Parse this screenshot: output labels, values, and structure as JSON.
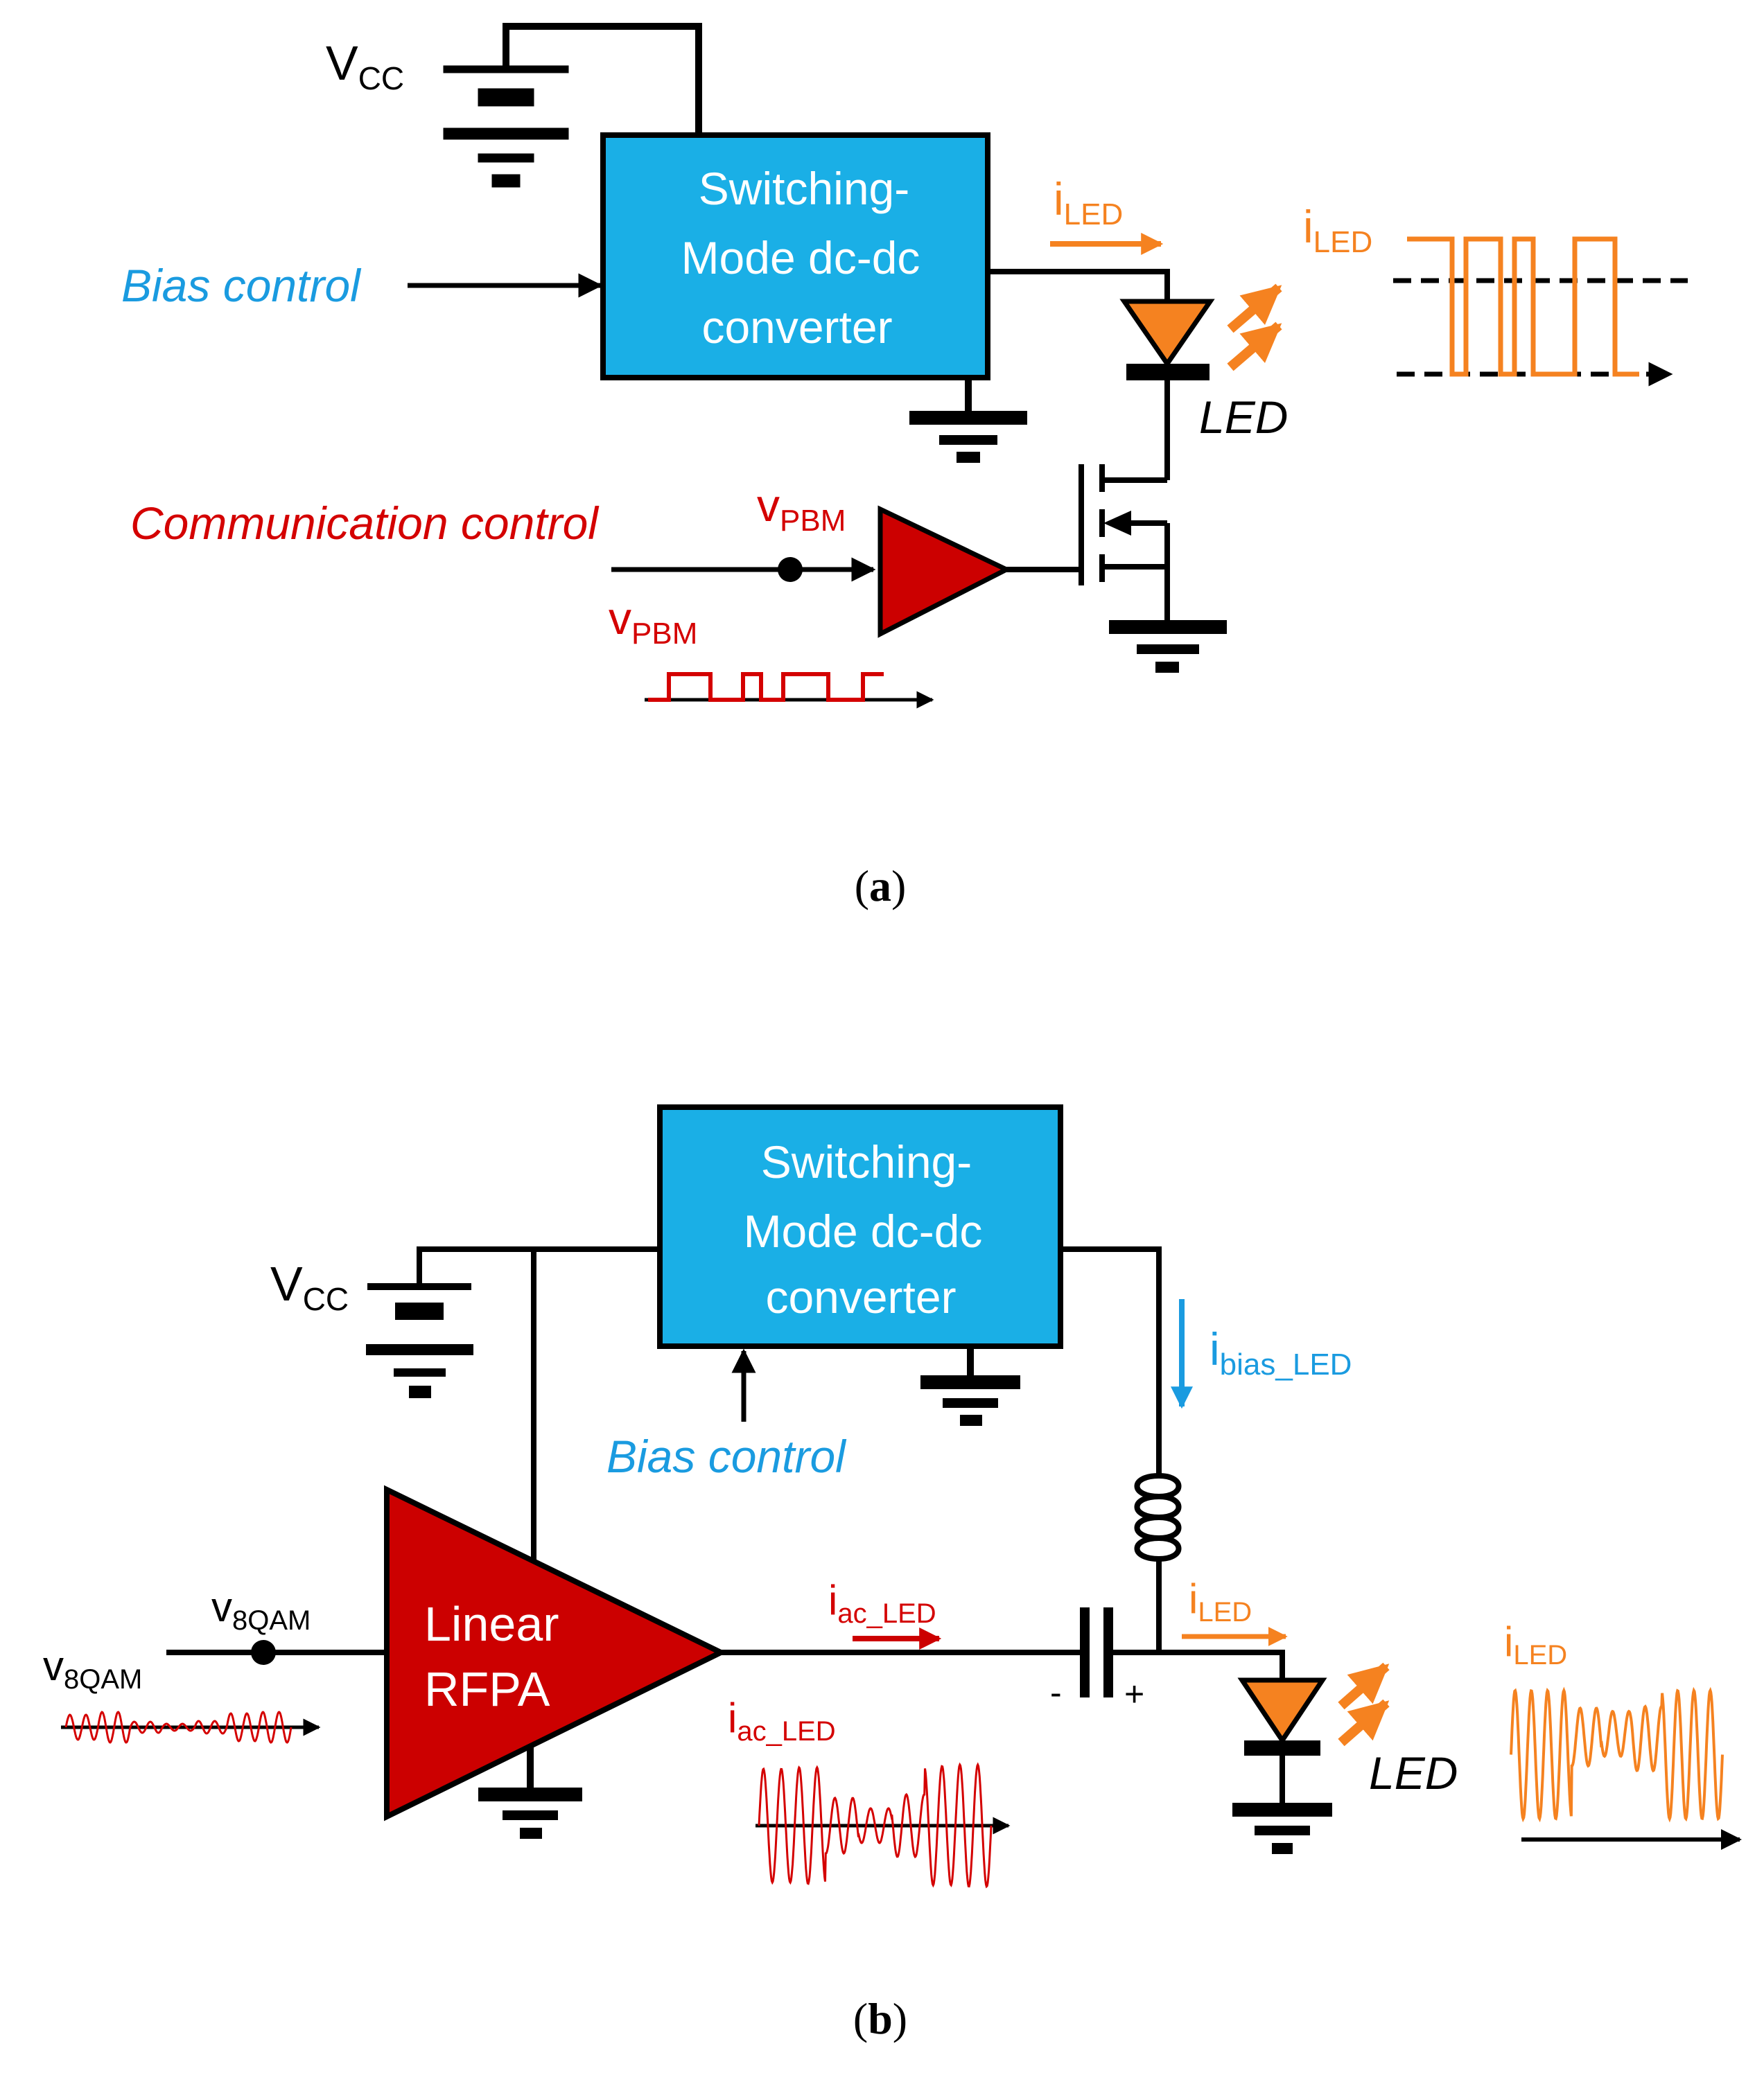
{
  "colors": {
    "wire": "#000000",
    "converter_fill": "#1aafe6",
    "bias_text": "#1a9be0",
    "comm_red": "#d40000",
    "amp_fill": "#cc0000",
    "led_orange": "#f58220",
    "white": "#ffffff"
  },
  "panel_a": {
    "vcc": {
      "main": "V",
      "sub": "CC"
    },
    "converter": {
      "line1": "Switching-",
      "line2": "Mode dc-dc",
      "line3": "converter"
    },
    "bias_control": "Bias control",
    "comm_control": "Communication control",
    "i_led_arrow": {
      "main": "i",
      "sub": "LED"
    },
    "i_led_wave": {
      "main": "i",
      "sub": "LED"
    },
    "led": "LED",
    "vpbm_node": {
      "main": "v",
      "sub": "PBM"
    },
    "vpbm_wave": {
      "main": "v",
      "sub": "PBM"
    },
    "caption": {
      "open": "(",
      "letter": "a",
      "close": ")"
    }
  },
  "panel_b": {
    "vcc": {
      "main": "V",
      "sub": "CC"
    },
    "converter": {
      "line1": "Switching-",
      "line2": "Mode dc-dc",
      "line3": "converter"
    },
    "bias_control": "Bias control",
    "i_bias_led": {
      "main": "i",
      "sub": "bias_LED"
    },
    "amp": {
      "line1": "Linear",
      "line2": "RFPA"
    },
    "v8qam_node": {
      "main": "v",
      "sub": "8QAM"
    },
    "v8qam_wave": {
      "main": "v",
      "sub": "8QAM"
    },
    "i_ac_arrow": {
      "main": "i",
      "sub": "ac_LED"
    },
    "i_ac_wave": {
      "main": "i",
      "sub": "ac_LED"
    },
    "i_led_arrow": {
      "main": "i",
      "sub": "LED"
    },
    "i_led_wave": {
      "main": "i",
      "sub": "LED"
    },
    "cap_minus": "-",
    "cap_plus": "+",
    "led": "LED",
    "caption": {
      "open": "(",
      "letter": "b",
      "close": ")"
    }
  }
}
